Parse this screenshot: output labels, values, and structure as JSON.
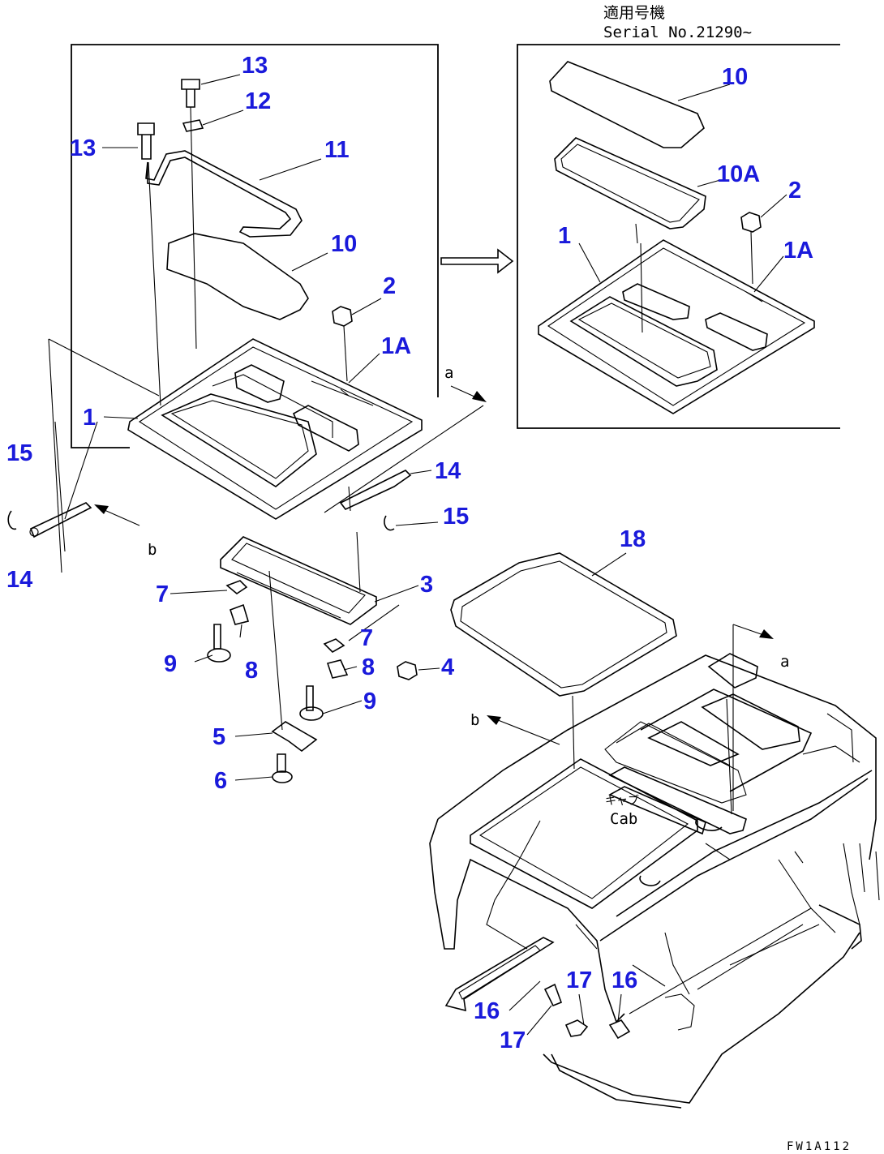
{
  "header": {
    "applicable_jp": "適用号機",
    "serial": "Serial No.21290~"
  },
  "cab_label": {
    "jp": "キャブ",
    "en": "Cab"
  },
  "view_marks": {
    "a": "a",
    "b": "b"
  },
  "figure_code": "FW1A112",
  "parts": {
    "p1": "1",
    "p1A": "1A",
    "p2": "2",
    "p3": "3",
    "p4": "4",
    "p5": "5",
    "p6": "6",
    "p7": "7",
    "p8": "8",
    "p9": "9",
    "p10": "10",
    "p10A": "10A",
    "p11": "11",
    "p12": "12",
    "p13": "13",
    "p14": "14",
    "p15": "15",
    "p16": "16",
    "p17": "17",
    "p18": "18"
  },
  "colors": {
    "callout": "#1a1adb",
    "line": "#000000"
  }
}
